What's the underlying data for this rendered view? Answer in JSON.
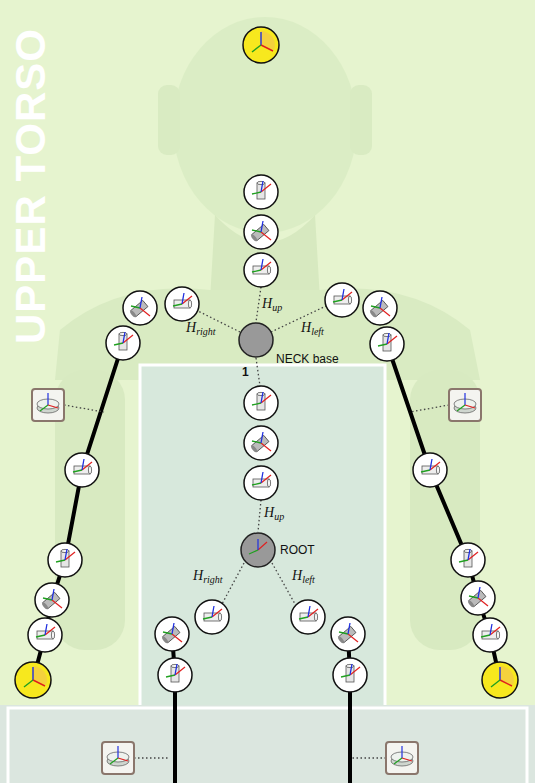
{
  "diagram": {
    "nodes": [
      {
        "text": [
          "NECK base"
        ]
      },
      {
        "text": [
          "ROOT"
        ]
      }
    ],
    "labels": [
      "UPPER TORSO",
      "Hup",
      "Hright",
      "Hleft",
      "1",
      "Hup",
      "Hright",
      "Hleft"
    ]
  }
}
